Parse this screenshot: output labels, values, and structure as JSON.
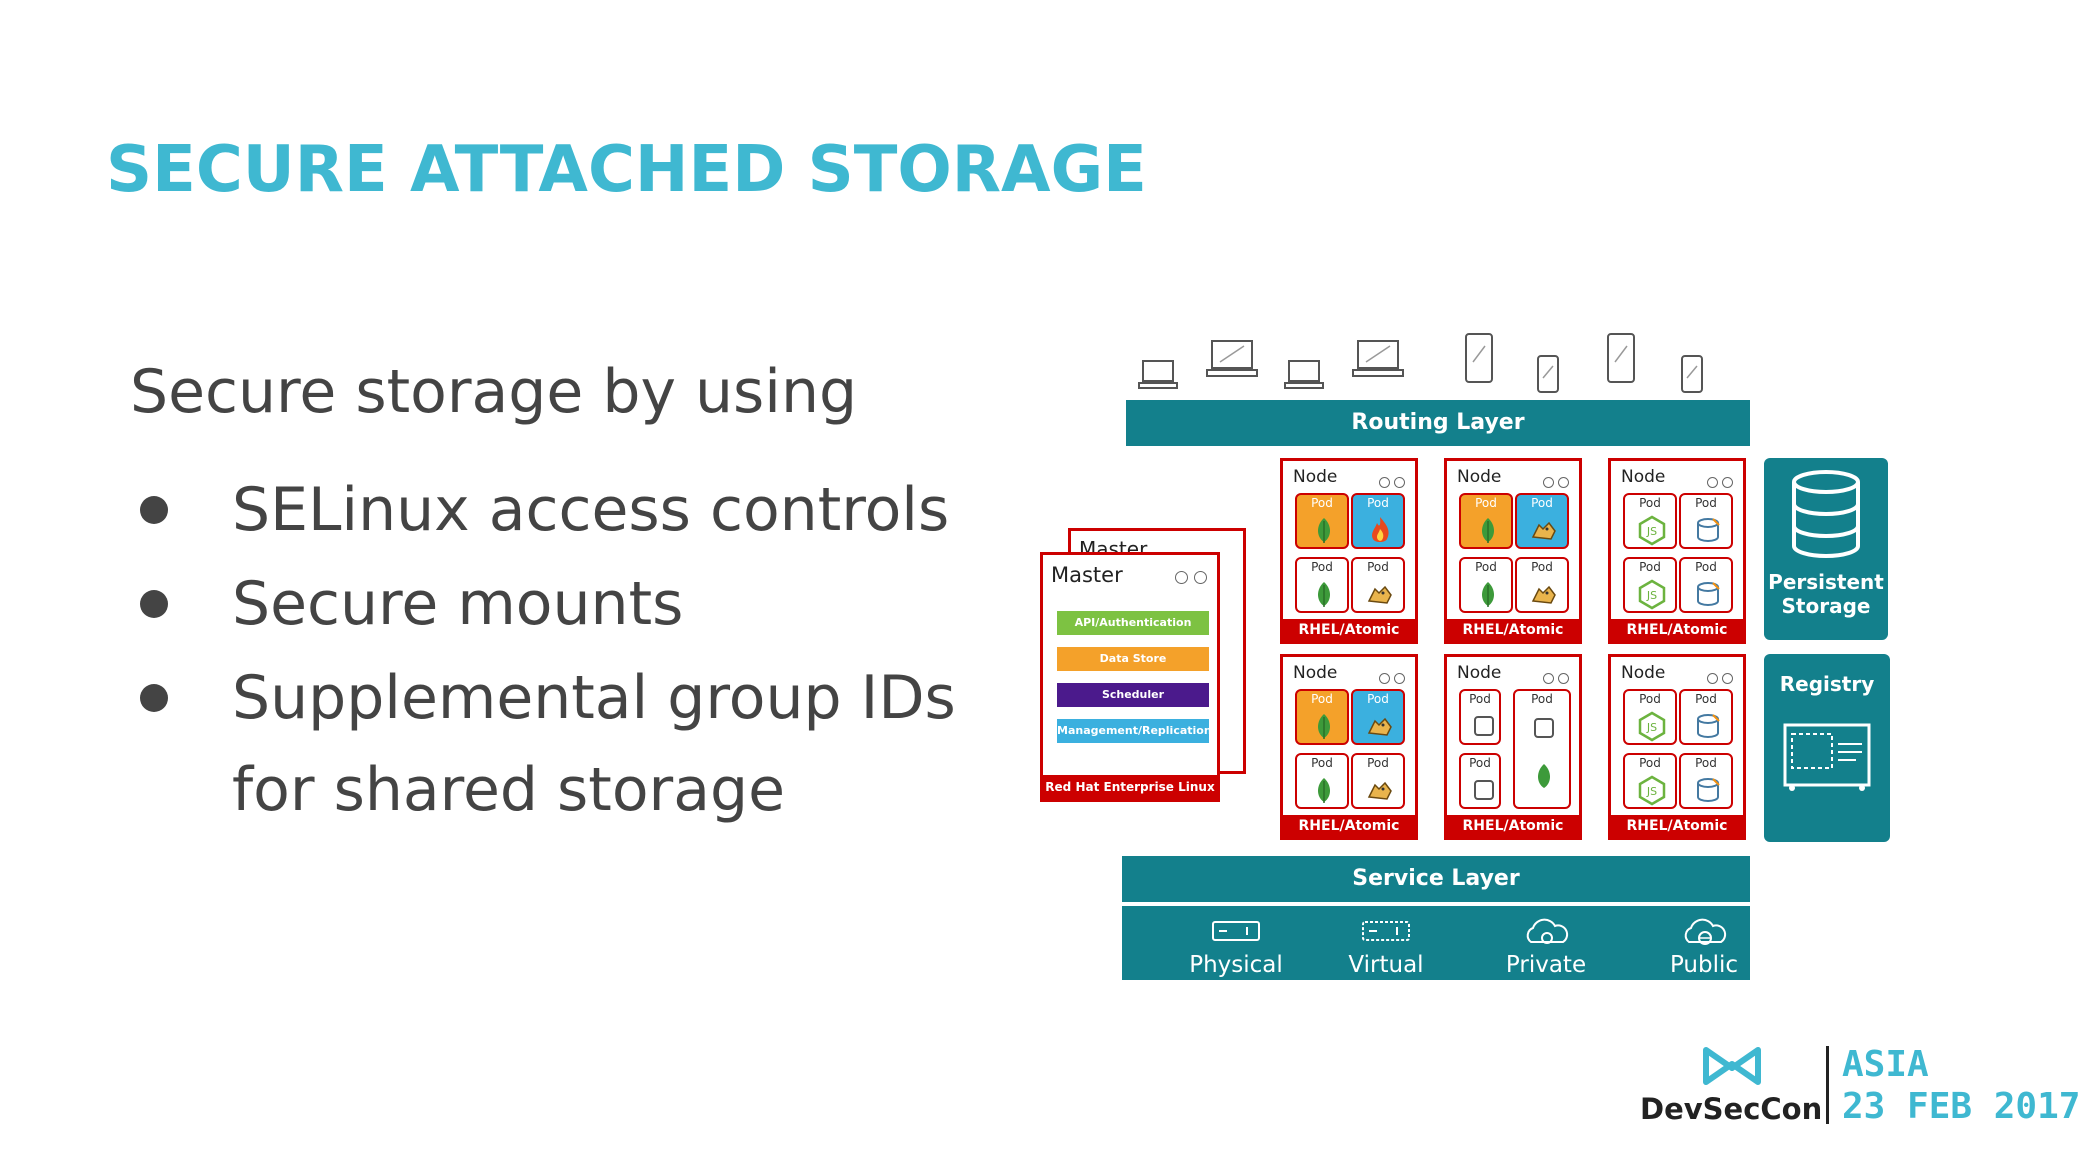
{
  "slide": {
    "title": "SECURE ATTACHED STORAGE",
    "lead": "Secure storage by using",
    "bullets": [
      "SELinux access controls",
      "Secure mounts",
      "Supplemental group IDs"
    ],
    "bullet_continuation": "for shared storage"
  },
  "diagram": {
    "routing_layer": "Routing Layer",
    "service_layer": "Service Layer",
    "node_label": "Node",
    "node_footer": "RHEL/Atomic",
    "pod_label": "Pod",
    "master": {
      "back_label": "Master",
      "label": "Master",
      "rows": [
        "API/Authentication",
        "Data Store",
        "Scheduler",
        "Management/Replication"
      ],
      "footer": "Red Hat Enterprise Linux"
    },
    "persistent_storage": "Persistent Storage",
    "registry": "Registry",
    "infra": [
      "Physical",
      "Virtual",
      "Private",
      "Public"
    ],
    "colors": {
      "teal": "#13808c",
      "red": "#cc0000",
      "api": "#7dc242",
      "datastore": "#f4a12a",
      "scheduler": "#4b1a8c",
      "management": "#3bb0df"
    }
  },
  "brand": {
    "name": "DevSecCon",
    "region": "ASIA",
    "date": "23 FEB 2017"
  }
}
